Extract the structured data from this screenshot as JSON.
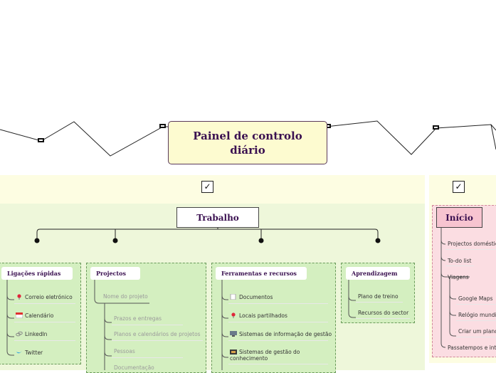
{
  "central": {
    "title": "Painel de controlo diário"
  },
  "checkmark": "✓",
  "trabalho": {
    "title": "Trabalho",
    "groups": {
      "ligacoes": {
        "title": "Ligações rápidas",
        "items": [
          {
            "label": "Correio eletrónico",
            "icon": "pin-icon"
          },
          {
            "label": "Calendário",
            "icon": "calendar-icon"
          },
          {
            "label": "LinkedIn",
            "icon": "link-icon"
          },
          {
            "label": "Twitter",
            "icon": "bird-icon"
          }
        ]
      },
      "projectos": {
        "title": "Projectos",
        "root": "Nome do projeto",
        "items": [
          "Prazos e entregas",
          "Planos e calendários de projetos",
          "Pessoas",
          "Documentação"
        ]
      },
      "ferramentas": {
        "title": "Ferramentas e recursos",
        "items": [
          {
            "label": "Documentos",
            "icon": "document-icon"
          },
          {
            "label": "Locais partilhados",
            "icon": "pin-icon"
          },
          {
            "label": "Sistemas de informação de gestão",
            "icon": "monitor-icon"
          },
          {
            "label": "Sistemas de gestão do conhecimento",
            "icon": "box-icon"
          }
        ]
      },
      "aprendizagem": {
        "title": "Aprendizagem",
        "items": [
          "Plano de treino",
          "Recursos do sector"
        ]
      }
    }
  },
  "inicio": {
    "title": "Início",
    "items": [
      "Projectos domésticos",
      "To-do list",
      "Viagens",
      "Google Maps",
      "Relógio mundial",
      "Criar um plano",
      "Passatempos e interesses"
    ]
  },
  "colors": {
    "work_bg": "#eef7da",
    "home_bg": "#fbdde2",
    "band_bg": "#fdfde2",
    "group_bg": "#d4efc0",
    "home_node": "#f7c4d0"
  }
}
